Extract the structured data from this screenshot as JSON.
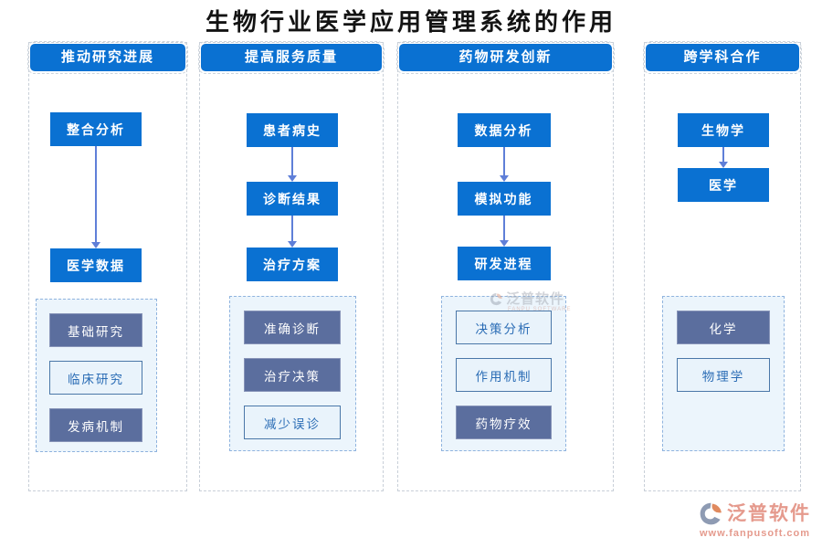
{
  "title": "生物行业医学应用管理系统的作用",
  "columns": [
    {
      "id": "research-progress",
      "header": "推动研究进展",
      "flow": [
        "整合分析",
        "医学数据"
      ],
      "sub": [
        {
          "label": "基础研究",
          "emphasis": "dark"
        },
        {
          "label": "临床研究",
          "emphasis": "light"
        },
        {
          "label": "发病机制",
          "emphasis": "dark"
        }
      ]
    },
    {
      "id": "service-quality",
      "header": "提高服务质量",
      "flow": [
        "患者病史",
        "诊断结果",
        "治疗方案"
      ],
      "sub": [
        {
          "label": "准确诊断",
          "emphasis": "dark"
        },
        {
          "label": "治疗决策",
          "emphasis": "dark"
        },
        {
          "label": "减少误诊",
          "emphasis": "light"
        }
      ]
    },
    {
      "id": "drug-rnd-innovation",
      "header": "药物研发创新",
      "flow": [
        "数据分析",
        "模拟功能",
        "研发进程"
      ],
      "sub": [
        {
          "label": "决策分析",
          "emphasis": "light"
        },
        {
          "label": "作用机制",
          "emphasis": "light"
        },
        {
          "label": "药物疗效",
          "emphasis": "dark"
        }
      ]
    },
    {
      "id": "interdisciplinary",
      "header": "跨学科合作",
      "flow": [
        "生物学",
        "医学"
      ],
      "sub": [
        {
          "label": "化学",
          "emphasis": "dark"
        },
        {
          "label": "物理学",
          "emphasis": "light"
        }
      ]
    }
  ],
  "watermark": {
    "text": "泛普软件",
    "subtext": "FANPU SOFTWARE"
  },
  "brand": {
    "name": "泛普软件",
    "url": "www.fanpusoft.com"
  },
  "colors": {
    "node_blue": "#0a71d2",
    "arrow_blue": "#5f7fd8",
    "sub_dark": "#5b6e9e",
    "sub_light_bg": "#e9f3fb",
    "sub_light_text": "#2a6cb5",
    "panel_bg": "#ecf5fc",
    "brand_salmon": "#e59a8d"
  }
}
